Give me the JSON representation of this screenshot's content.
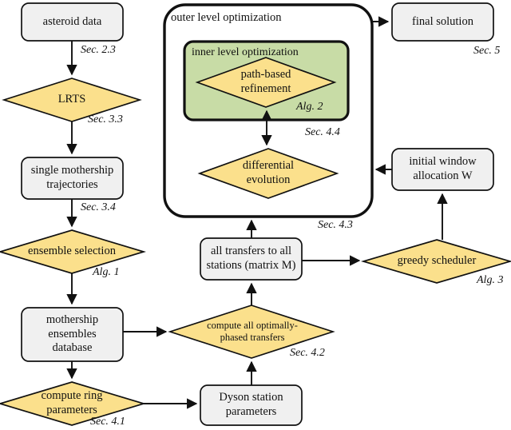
{
  "diagram": {
    "title": "Dyson sphere mission design flowchart",
    "colors": {
      "process_fill": "#F0F0F0",
      "decision_fill": "#FBE08C",
      "inner_group_fill": "#C8DCA6",
      "stroke": "#111111",
      "background": "#FFFFFF"
    },
    "groups": [
      {
        "id": "outer-level-optimization",
        "label": "outer level optimization",
        "section": "Sec. 4.3"
      },
      {
        "id": "inner-level-optimization",
        "label": "inner level optimization",
        "section": "Sec. 4.4"
      }
    ],
    "nodes": [
      {
        "id": "asteroid-data",
        "shape": "process",
        "label": "asteroid data",
        "section": "Sec. 2.3"
      },
      {
        "id": "lrts",
        "shape": "decision",
        "label": "LRTS",
        "section": "Sec. 3.3"
      },
      {
        "id": "single-mothership",
        "shape": "process",
        "label": "single mothership\ntrajectories",
        "section": "Sec. 3.4"
      },
      {
        "id": "ensemble-selection",
        "shape": "decision",
        "label": "ensemble selection",
        "section": "Alg. 1"
      },
      {
        "id": "mothership-database",
        "shape": "process",
        "label": "mothership\nensembles\ndatabase",
        "section": ""
      },
      {
        "id": "compute-ring",
        "shape": "decision",
        "label": "compute ring\nparameters",
        "section": "Sec. 4.1"
      },
      {
        "id": "dyson-station",
        "shape": "process",
        "label": "Dyson station\nparameters",
        "section": ""
      },
      {
        "id": "compute-transfers",
        "shape": "decision",
        "label": "compute all optimally-\nphased transfers",
        "section": "Sec. 4.2"
      },
      {
        "id": "matrix-m",
        "shape": "process",
        "label": "all transfers to all\nstations (matrix M)",
        "section": ""
      },
      {
        "id": "greedy-scheduler",
        "shape": "decision",
        "label": "greedy scheduler",
        "section": "Alg. 3"
      },
      {
        "id": "initial-window",
        "shape": "process",
        "label": "initial window\nallocation W",
        "section": ""
      },
      {
        "id": "differential-evolution",
        "shape": "decision",
        "label": "differential\nevolution",
        "section": ""
      },
      {
        "id": "path-based-refinement",
        "shape": "decision",
        "label": "path-based\nrefinement",
        "section": "Alg. 2"
      },
      {
        "id": "final-solution",
        "shape": "process",
        "label": "final solution",
        "section": "Sec. 5"
      }
    ],
    "edges": [
      {
        "from": "asteroid-data",
        "to": "lrts",
        "type": "single"
      },
      {
        "from": "lrts",
        "to": "single-mothership",
        "type": "single"
      },
      {
        "from": "single-mothership",
        "to": "ensemble-selection",
        "type": "single"
      },
      {
        "from": "ensemble-selection",
        "to": "mothership-database",
        "type": "single"
      },
      {
        "from": "mothership-database",
        "to": "compute-ring",
        "type": "single"
      },
      {
        "from": "mothership-database",
        "to": "compute-transfers",
        "type": "single"
      },
      {
        "from": "compute-ring",
        "to": "dyson-station",
        "type": "single"
      },
      {
        "from": "dyson-station",
        "to": "compute-transfers",
        "type": "single"
      },
      {
        "from": "compute-transfers",
        "to": "matrix-m",
        "type": "single"
      },
      {
        "from": "matrix-m",
        "to": "greedy-scheduler",
        "type": "single"
      },
      {
        "from": "matrix-m",
        "to": "outer-level-optimization",
        "type": "single"
      },
      {
        "from": "greedy-scheduler",
        "to": "initial-window",
        "type": "single"
      },
      {
        "from": "initial-window",
        "to": "outer-level-optimization",
        "type": "single"
      },
      {
        "from": "differential-evolution",
        "to": "path-based-refinement",
        "type": "double"
      },
      {
        "from": "outer-level-optimization",
        "to": "final-solution",
        "type": "single"
      }
    ]
  }
}
